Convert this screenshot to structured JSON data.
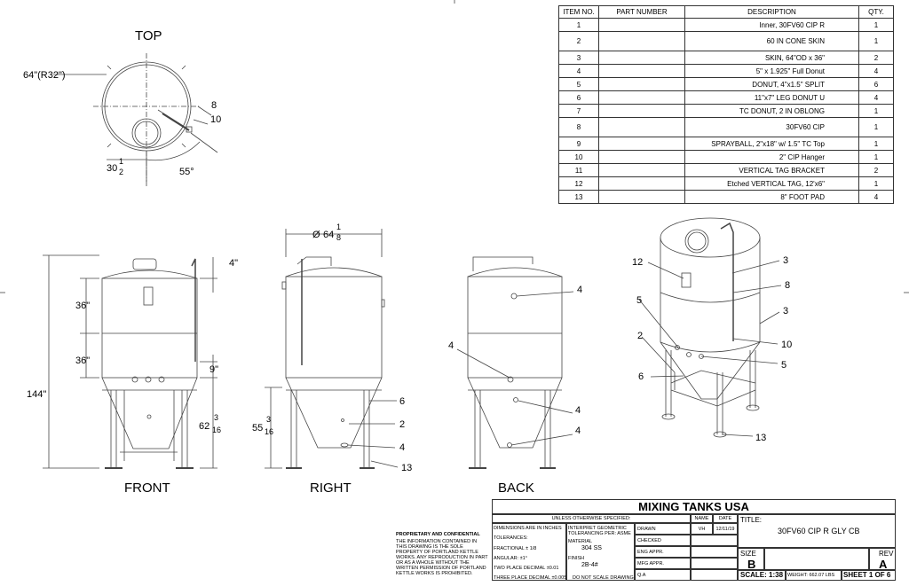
{
  "views": {
    "top": {
      "label": "TOP",
      "dia": "64\"(R32\")",
      "dim_num": "1",
      "dim_den": "2",
      "dim_whole": "30",
      "angle": "55°",
      "callouts": [
        "8",
        "10"
      ]
    },
    "front": {
      "label": "FRONT",
      "dims": [
        "36\"",
        "36\"",
        "144\"",
        "4\"",
        "9\""
      ],
      "cone_whole": "62",
      "cone_num": "3",
      "cone_den": "16"
    },
    "right": {
      "label": "RIGHT",
      "dia_whole": "64",
      "dia_num": "1",
      "dia_den": "8",
      "h_whole": "55",
      "h_num": "3",
      "h_den": "16",
      "callouts": [
        "6",
        "2",
        "4",
        "13"
      ]
    },
    "back": {
      "label": "BACK",
      "callouts": [
        "4",
        "4",
        "4",
        "4"
      ]
    },
    "iso": {
      "callouts": [
        "12",
        "3",
        "8",
        "5",
        "3",
        "2",
        "10",
        "6",
        "5",
        "13"
      ]
    }
  },
  "bom": {
    "headers": [
      "ITEM NO.",
      "PART NUMBER",
      "DESCRIPTION",
      "QTY."
    ],
    "rows": [
      {
        "item": "1",
        "part": "",
        "desc": "Inner, 30FV60 CIP R",
        "qty": "1"
      },
      {
        "item": "2",
        "part": "",
        "desc": "60 IN CONE SKIN",
        "qty": "1"
      },
      {
        "item": "3",
        "part": "",
        "desc": "SKIN, 64\"OD x 36\"",
        "qty": "2"
      },
      {
        "item": "4",
        "part": "",
        "desc": "5\" x 1.925\" Full Donut",
        "qty": "4"
      },
      {
        "item": "5",
        "part": "",
        "desc": "DONUT, 4\"x1.5\" SPLIT",
        "qty": "6"
      },
      {
        "item": "6",
        "part": "",
        "desc": "11\"x7\" LEG DONUT U",
        "qty": "4"
      },
      {
        "item": "7",
        "part": "",
        "desc": "TC DONUT, 2 IN OBLONG",
        "qty": "1"
      },
      {
        "item": "8",
        "part": "",
        "desc": "30FV60 CIP",
        "qty": "1"
      },
      {
        "item": "9",
        "part": "",
        "desc": "SPRAYBALL, 2\"x18\" w/ 1.5\" TC Top",
        "qty": "1"
      },
      {
        "item": "10",
        "part": "",
        "desc": "2\" CIP Hanger",
        "qty": "1"
      },
      {
        "item": "11",
        "part": "",
        "desc": "VERTICAL TAG BRACKET",
        "qty": "2"
      },
      {
        "item": "12",
        "part": "",
        "desc": "Etched VERTICAL TAG, 12'x6\"",
        "qty": "1"
      },
      {
        "item": "13",
        "part": "",
        "desc": "8\" FOOT PAD",
        "qty": "4"
      }
    ]
  },
  "title_block": {
    "company": "MIXING TANKS USA",
    "unless": "UNLESS OTHERWISE SPECIFIED:",
    "name_h": "NAME",
    "date_h": "DATE",
    "dims_in": "DIMENSIONS ARE IN INCHES",
    "tol": "TOLERANCES:",
    "frac": "FRACTIONAL ± 1/8",
    "ang": "ANGULAR: ±1°",
    "two": "TWO PLACE DECIMAL    ±0.01",
    "three": "THREE PLACE DECIMAL   ±0.005",
    "interp": "INTERPRET GEOMETRIC TOLERANCING PER: ASME",
    "material_h": "MATERIAL",
    "material": "304 SS",
    "finish_h": "FINISH",
    "finish": "2B-4#",
    "dnsd": "DO NOT SCALE DRAWING",
    "drawn": "DRAWN",
    "drawn_name": "VH",
    "drawn_date": "12/11/19",
    "checked": "CHECKED",
    "eng": "ENG APPR.",
    "mfg": "MFG APPR.",
    "qa": "Q.A",
    "title_h": "TITLE:",
    "title": "30FV60 CIP R GLY CB",
    "size_h": "SIZE",
    "size": "B",
    "rev_h": "REV",
    "rev": "A",
    "scale": "SCALE: 1:38",
    "weight": "WEIGHT: 662.07 LBS",
    "sheet": "SHEET 1 OF 6",
    "prop_h": "PROPRIETARY AND CONFIDENTIAL",
    "prop": "THE INFORMATION CONTAINED IN THIS DRAWING IS THE SOLE PROPERTY OF PORTLAND KETTLE WORKS. ANY REPRODUCTION IN PART OR AS A WHOLE WITHOUT THE WRITTEN PERMISSION OF PORTLAND KETTLE WORKS IS PROHIBITED."
  }
}
